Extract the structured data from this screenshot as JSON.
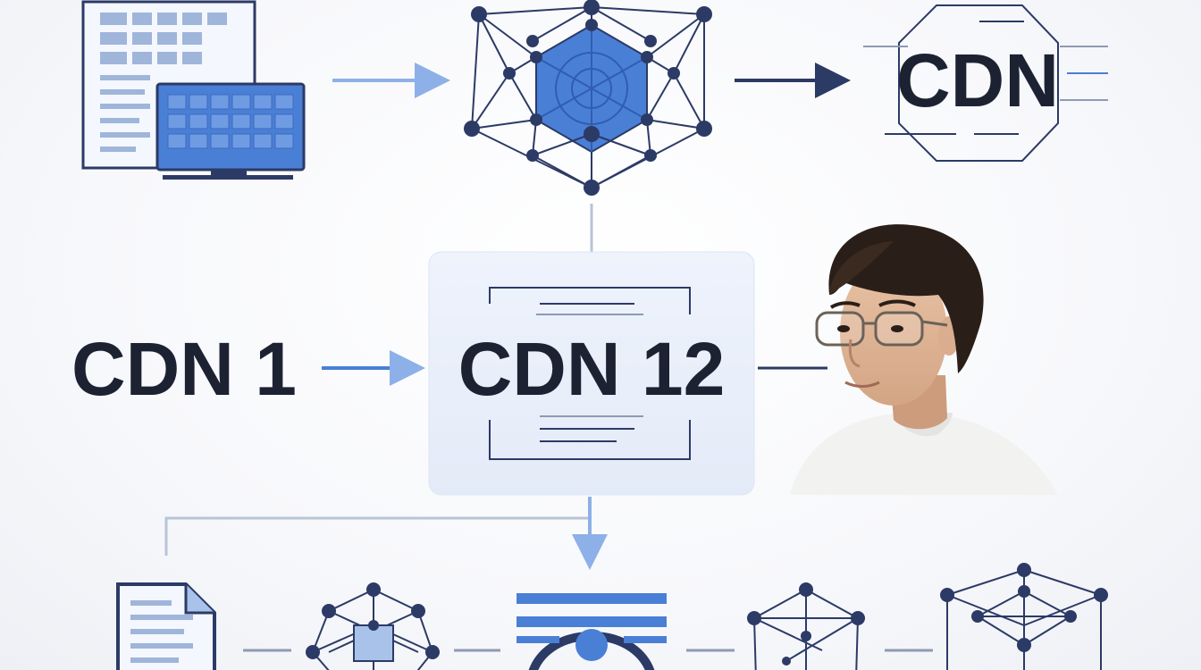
{
  "labels": {
    "top_cdn": "CDN",
    "left_cdn": "CDN 1",
    "center_cdn": "CDN 12"
  },
  "colors": {
    "ink": "#1d2233",
    "navy": "#2c3a66",
    "blue": "#4a7fd6",
    "light_blue": "#a9c2ea",
    "panel": "#e8eefa",
    "line": "#8f9ab3"
  },
  "icons": {
    "document_monitor": "document-with-monitor-icon",
    "network_hub": "network-graph-icon",
    "cdn_octagon": "octagon-badge-icon",
    "person": "person-photo",
    "file": "file-icon",
    "network_small": "network-graph-icon",
    "server_stack": "server-stack-icon"
  }
}
